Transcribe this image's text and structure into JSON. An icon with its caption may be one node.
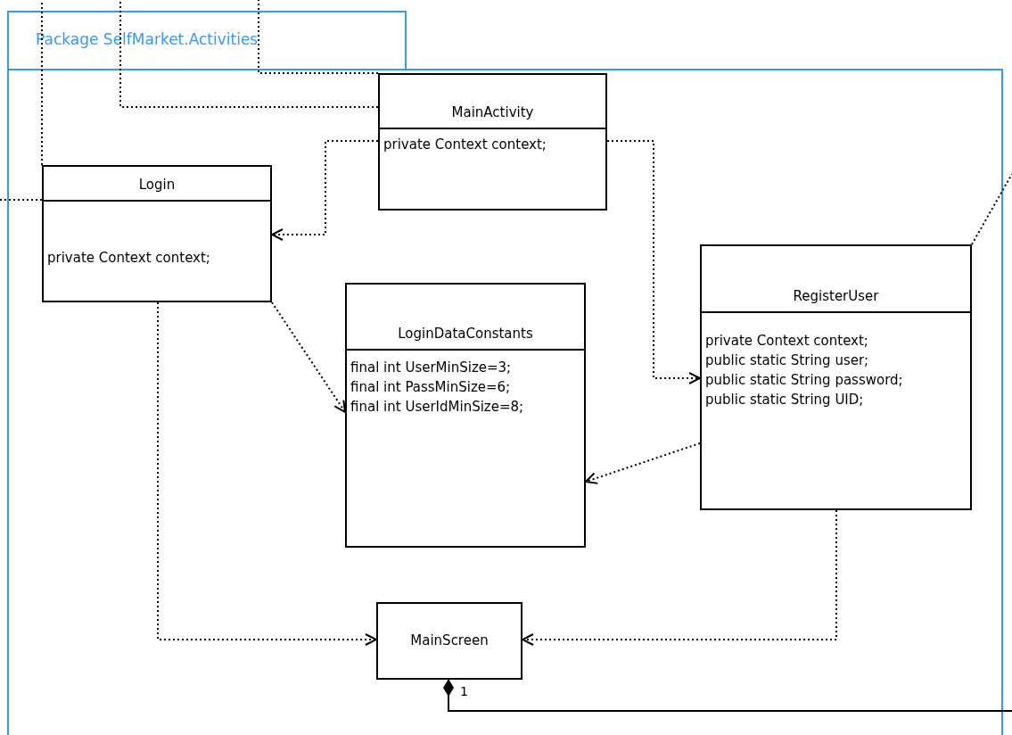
{
  "diagram": {
    "nodes": [
      {
        "text": [
          "Package SelfMarket.Activities"
        ]
      },
      {
        "text": [
          "MainActivity",
          "private Context context;"
        ],
        "in": 0
      },
      {
        "text": [
          "Login",
          "private Context context;"
        ],
        "in": 0
      },
      {
        "text": [
          "LoginDataConstants",
          "final int UserMinSize=3;",
          "final int PassMinSize=6;",
          "final int UserIdMinSize=8;"
        ],
        "in": 0
      },
      {
        "text": [
          "RegisterUser",
          "private Context context;",
          "public static String user;",
          "public static String password;",
          "public static String UID;"
        ],
        "in": 0
      },
      {
        "text": [
          "MainScreen"
        ],
        "in": 0
      }
    ],
    "edges": [
      {
        "from": 1,
        "to": 2,
        "arrow": "to",
        "style": "dashed"
      },
      {
        "from": 1,
        "to": 4,
        "arrow": "to",
        "style": "dashed"
      },
      {
        "from": 2,
        "to": 3,
        "arrow": "to",
        "style": "dashed"
      },
      {
        "from": 4,
        "to": 3,
        "arrow": "to",
        "style": "dashed"
      },
      {
        "from": 2,
        "to": 5,
        "arrow": "to",
        "style": "dashed"
      },
      {
        "from": 4,
        "to": 5,
        "arrow": "to",
        "style": "dashed"
      },
      {
        "from": 5,
        "to": null,
        "arrow": "other",
        "label": "1"
      },
      {
        "from": 1,
        "to": null,
        "arrow": "none",
        "style": "dashed"
      },
      {
        "from": 1,
        "to": null,
        "arrow": "none",
        "style": "dashed"
      },
      {
        "from": 2,
        "to": null,
        "arrow": "none",
        "style": "dashed"
      },
      {
        "from": 2,
        "to": null,
        "arrow": "none",
        "style": "dashed"
      },
      {
        "from": 4,
        "to": null,
        "arrow": "none",
        "style": "dashed"
      }
    ]
  }
}
